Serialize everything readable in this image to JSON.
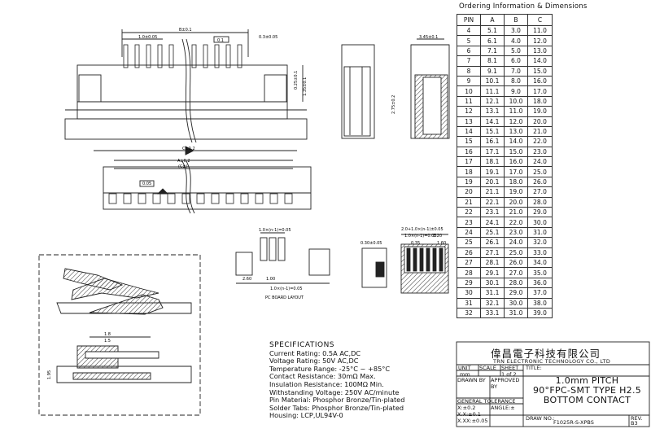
{
  "ordering": {
    "title": "Ordering Information & Dimensions",
    "headers": [
      "PIN",
      "A",
      "B",
      "C"
    ],
    "rows": [
      [
        "4",
        "5.1",
        "3.0",
        "11.0"
      ],
      [
        "5",
        "6.1",
        "4.0",
        "12.0"
      ],
      [
        "6",
        "7.1",
        "5.0",
        "13.0"
      ],
      [
        "7",
        "8.1",
        "6.0",
        "14.0"
      ],
      [
        "8",
        "9.1",
        "7.0",
        "15.0"
      ],
      [
        "9",
        "10.1",
        "8.0",
        "16.0"
      ],
      [
        "10",
        "11.1",
        "9.0",
        "17.0"
      ],
      [
        "11",
        "12.1",
        "10.0",
        "18.0"
      ],
      [
        "12",
        "13.1",
        "11.0",
        "19.0"
      ],
      [
        "13",
        "14.1",
        "12.0",
        "20.0"
      ],
      [
        "14",
        "15.1",
        "13.0",
        "21.0"
      ],
      [
        "15",
        "16.1",
        "14.0",
        "22.0"
      ],
      [
        "16",
        "17.1",
        "15.0",
        "23.0"
      ],
      [
        "17",
        "18.1",
        "16.0",
        "24.0"
      ],
      [
        "18",
        "19.1",
        "17.0",
        "25.0"
      ],
      [
        "19",
        "20.1",
        "18.0",
        "26.0"
      ],
      [
        "20",
        "21.1",
        "19.0",
        "27.0"
      ],
      [
        "21",
        "22.1",
        "20.0",
        "28.0"
      ],
      [
        "22",
        "23.1",
        "21.0",
        "29.0"
      ],
      [
        "23",
        "24.1",
        "22.0",
        "30.0"
      ],
      [
        "24",
        "25.1",
        "23.0",
        "31.0"
      ],
      [
        "25",
        "26.1",
        "24.0",
        "32.0"
      ],
      [
        "26",
        "27.1",
        "25.0",
        "33.0"
      ],
      [
        "27",
        "28.1",
        "26.0",
        "34.0"
      ],
      [
        "28",
        "29.1",
        "27.0",
        "35.0"
      ],
      [
        "29",
        "30.1",
        "28.0",
        "36.0"
      ],
      [
        "30",
        "31.1",
        "29.0",
        "37.0"
      ],
      [
        "31",
        "32.1",
        "30.0",
        "38.0"
      ],
      [
        "32",
        "33.1",
        "31.0",
        "39.0"
      ]
    ]
  },
  "specifications": {
    "title": "SPECIFICATIONS",
    "lines": [
      "Current Rating: 0.5A AC,DC",
      "Voltage Rating: 50V AC,DC",
      "Temperature Range: -25°C ~ +85°C",
      "Contact Resistance: 30mΩ Max.",
      "Insulation Resistance: 100MΩ Min.",
      "Withstanding Voltage: 250V AC/minute",
      "Pin Material: Phosphor Bronze/Tin-plated",
      "Solder Tabs: Phosphor Bronze/Tin-plated",
      "Housing: LCP,UL94V-0"
    ]
  },
  "title_block": {
    "company_cn": "偉昌電子科技有限公司",
    "company_en": "TRN ELECTRONIC TECHNOLOGY CO., LTD",
    "unit_label": "UNIT",
    "unit_value": "mm",
    "scale_label": "SCALE",
    "sheet_label": "SHEET",
    "sheet_value": "1 of 2",
    "title_label": "TITLE:",
    "title_line1": "1.0mm PITCH",
    "title_line2": "90°FPC-SMT TYPE H2.5",
    "title_line3": "BOTTOM CONTACT",
    "drawn_by": "DRAWN BY",
    "approved_by": "APPROVED BY",
    "general_tolerance": "GENERAL TOLERANCE",
    "angle": "ANGLE:±",
    "tol1": "X:±0.2",
    "tol2": "X.X:±0.1",
    "tol3": "X.XX:±0.05",
    "draw_no_label": "DRAW NO.:",
    "draw_no": "F1025R-S-XPBS",
    "rev_label": "REV.",
    "rev": "B3"
  },
  "dimensions": {
    "top_b": "B±0.1",
    "top_pitch": "1.0±0.05",
    "top_tol": "0.1",
    "top_right": "0.3±0.05",
    "height_135": "1.35±0.1",
    "height_front": "0.25±0.1",
    "side_top": "3.45±0.1",
    "side_h": "2.75±0.2",
    "bottom_a": "A±0.2",
    "bottom_c": "C±0.2",
    "bottom_c2": "(C±)",
    "bottom_tol": "0.05",
    "pcb_top": "1.0×(n-1)=0.05",
    "pcb_w": "2.60",
    "pcb_bottom": "1.0×(n-1)=0.05",
    "pcb_mid": "1.00",
    "pcb_label": "PC BOARD LAYOUT",
    "fpc_a": "0.30±0.05",
    "fpc_b": "2.0+1.0×(n-1)±0.05",
    "fpc_c": "1.0×(n-1)=0.05",
    "fpc_d": "0.35",
    "fpc_e": "1.60",
    "fpc_f": "1.20",
    "sec_tol": "1.5",
    "sec_h": "1.95",
    "sec_top": "1.8"
  }
}
